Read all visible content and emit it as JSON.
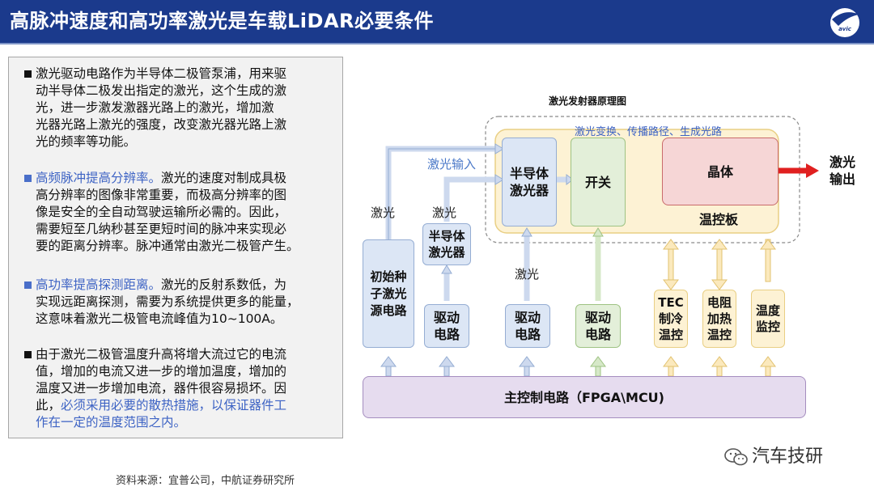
{
  "header": {
    "title": "高脉冲速度和高功率激光是车载LiDAR必要条件",
    "logo_text": "avic"
  },
  "paragraphs": [
    {
      "lines": [
        "激光驱动电路作为半导体二极管泵浦，用来驱",
        "动半导体二极发出指定的激光，这个生成的激",
        "光，进一步激发激器光路上的激光，增加激",
        "光器光路上激光的强度，改变激光器光路上激",
        "光的频率等功能。"
      ]
    },
    {
      "highlight": "高频脉冲提高分辨率。",
      "lines": [
        "激光的速度对制成具极",
        "高分辨率的图像非常重要，而极高分辨率的图",
        "像是安全的全自动驾驶运输所必需的。因此，",
        "需要短至几纳秒甚至更短时间的脉冲来实现必",
        "要的距离分辨率。脉冲通常由激光二极管产生。"
      ]
    },
    {
      "highlight": "高功率提高探测距离。",
      "lines": [
        "激光的反射系数低，为",
        "实现远距离探测，需要为系统提供更多的能量，",
        "这意味着激光二极管电流峰值为10~100A。"
      ]
    },
    {
      "lines": [
        "由于激光二极管温度升高将增大流过它的电流",
        "值，增加的电流又进一步的增加温度，增加的",
        "温度又进一步增加电流，器件很容易损坏。因"
      ],
      "lead": "此，",
      "tail_highlight": [
        "必须采用必要的散热措施，以保证器件工",
        "作在一定的温度范围之内。"
      ]
    }
  ],
  "diagram": {
    "title": "激光发射器原理图",
    "process_label": "激光变换、传播路径、生成光路",
    "laser_input": "激光输入",
    "laser_a": "激光",
    "laser_b": "激光",
    "laser_c": "激光",
    "seed_source": "初始种子激光源电路",
    "seed_lines": [
      "初始种",
      "子激光",
      "源电路"
    ],
    "semi_small": [
      "半导体",
      "激光器"
    ],
    "semi_main": [
      "半导体",
      "激光器"
    ],
    "switch": "开关",
    "crystal": "晶体",
    "temp_board": "温控板",
    "output": [
      "激光",
      "输出"
    ],
    "drive1": [
      "驱动",
      "电路"
    ],
    "drive2": [
      "驱动",
      "电路"
    ],
    "drive3": [
      "驱动",
      "电路"
    ],
    "tec": [
      "TEC",
      "制冷",
      "温控"
    ],
    "resist": [
      "电阻",
      "加热",
      "温控"
    ],
    "monitor": [
      "温度",
      "监控"
    ],
    "main_ctrl": "主控制电路（FPGA\\MCU)"
  },
  "footer": {
    "source": "资料来源：宜普公司，中航证券研究所",
    "watermark": "汽车技研"
  }
}
